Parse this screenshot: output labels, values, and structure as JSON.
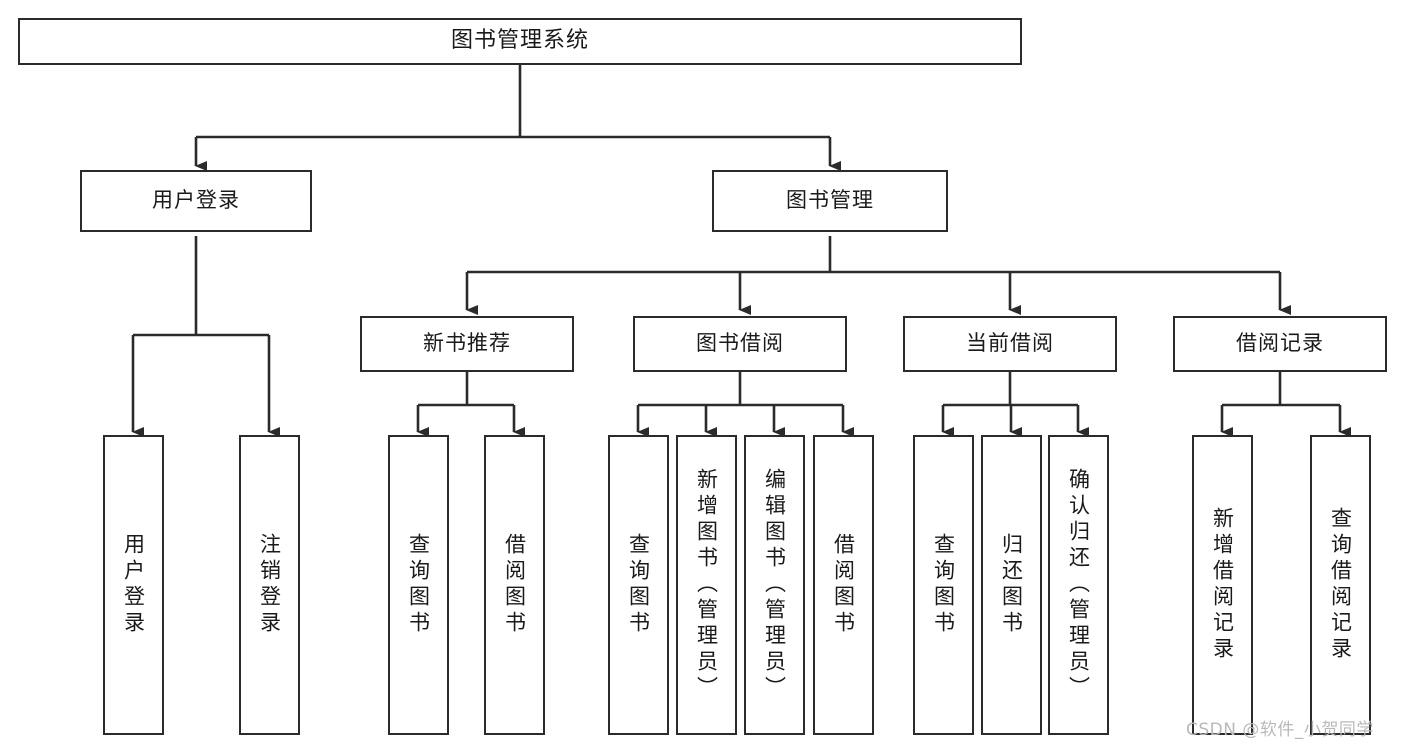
{
  "diagram": {
    "title_node": {
      "label": "图书管理系统"
    },
    "level2": [
      {
        "id": "user-login",
        "label": "用户登录"
      },
      {
        "id": "book-management",
        "label": "图书管理"
      }
    ],
    "level3": [
      {
        "id": "new-book-recommend",
        "label": "新书推荐"
      },
      {
        "id": "book-borrow",
        "label": "图书借阅"
      },
      {
        "id": "current-borrow",
        "label": "当前借阅"
      },
      {
        "id": "borrow-record",
        "label": "借阅记录"
      }
    ],
    "leaves": {
      "user_login": [
        {
          "id": "leaf-user-login",
          "label": "用户登录"
        },
        {
          "id": "leaf-logout-login",
          "label": "注销登录"
        }
      ],
      "new_book_recommend": [
        {
          "id": "leaf-query-book-1",
          "label": "查询图书"
        },
        {
          "id": "leaf-borrow-book-1",
          "label": "借阅图书"
        }
      ],
      "book_borrow": [
        {
          "id": "leaf-query-book-2",
          "label": "查询图书"
        },
        {
          "id": "leaf-add-book",
          "label": "新增图书（管理员）"
        },
        {
          "id": "leaf-edit-book",
          "label": "编辑图书（管理员）"
        },
        {
          "id": "leaf-borrow-book-2",
          "label": "借阅图书"
        }
      ],
      "current_borrow": [
        {
          "id": "leaf-query-book-3",
          "label": "查询图书"
        },
        {
          "id": "leaf-return-book",
          "label": "归还图书"
        },
        {
          "id": "leaf-confirm-return",
          "label": "确认归还（管理员）"
        }
      ],
      "borrow_record": [
        {
          "id": "leaf-add-record",
          "label": "新增借阅记录"
        },
        {
          "id": "leaf-query-record",
          "label": "查询借阅记录"
        }
      ]
    },
    "colors": {
      "line": "#2b2b2b",
      "box_fill": "#ffffff",
      "text": "#1a1a1a",
      "watermark": "#b9b9b9",
      "background": "#ffffff"
    }
  },
  "watermark": {
    "text": "CSDN @软件_小贺同学"
  }
}
